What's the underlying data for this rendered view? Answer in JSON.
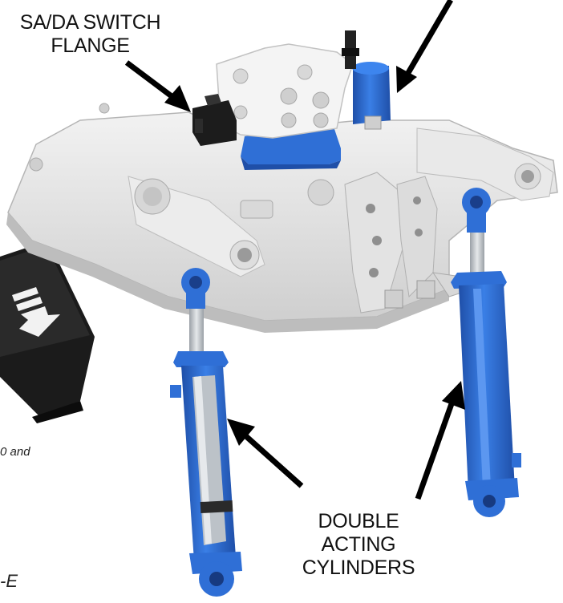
{
  "labels": {
    "switch_flange": [
      "SA/DA SWITCH",
      "FLANGE"
    ],
    "cylinders": [
      "DOUBLE",
      "ACTING",
      "CYLINDERS"
    ]
  },
  "partial_text": {
    "left_caption": "0 and",
    "left_bottom": "-E"
  },
  "colors": {
    "housing": "#e6e6e6",
    "housing_shadow": "#c9c9c9",
    "cylinder_blue": "#2f6fd6",
    "cylinder_dark": "#1f4fa8",
    "rod": "#b9bdc2",
    "switch_body": "#1a1a1a",
    "arrow": "#000000"
  },
  "icons": [
    "rocker-switch-arrow-icon"
  ]
}
